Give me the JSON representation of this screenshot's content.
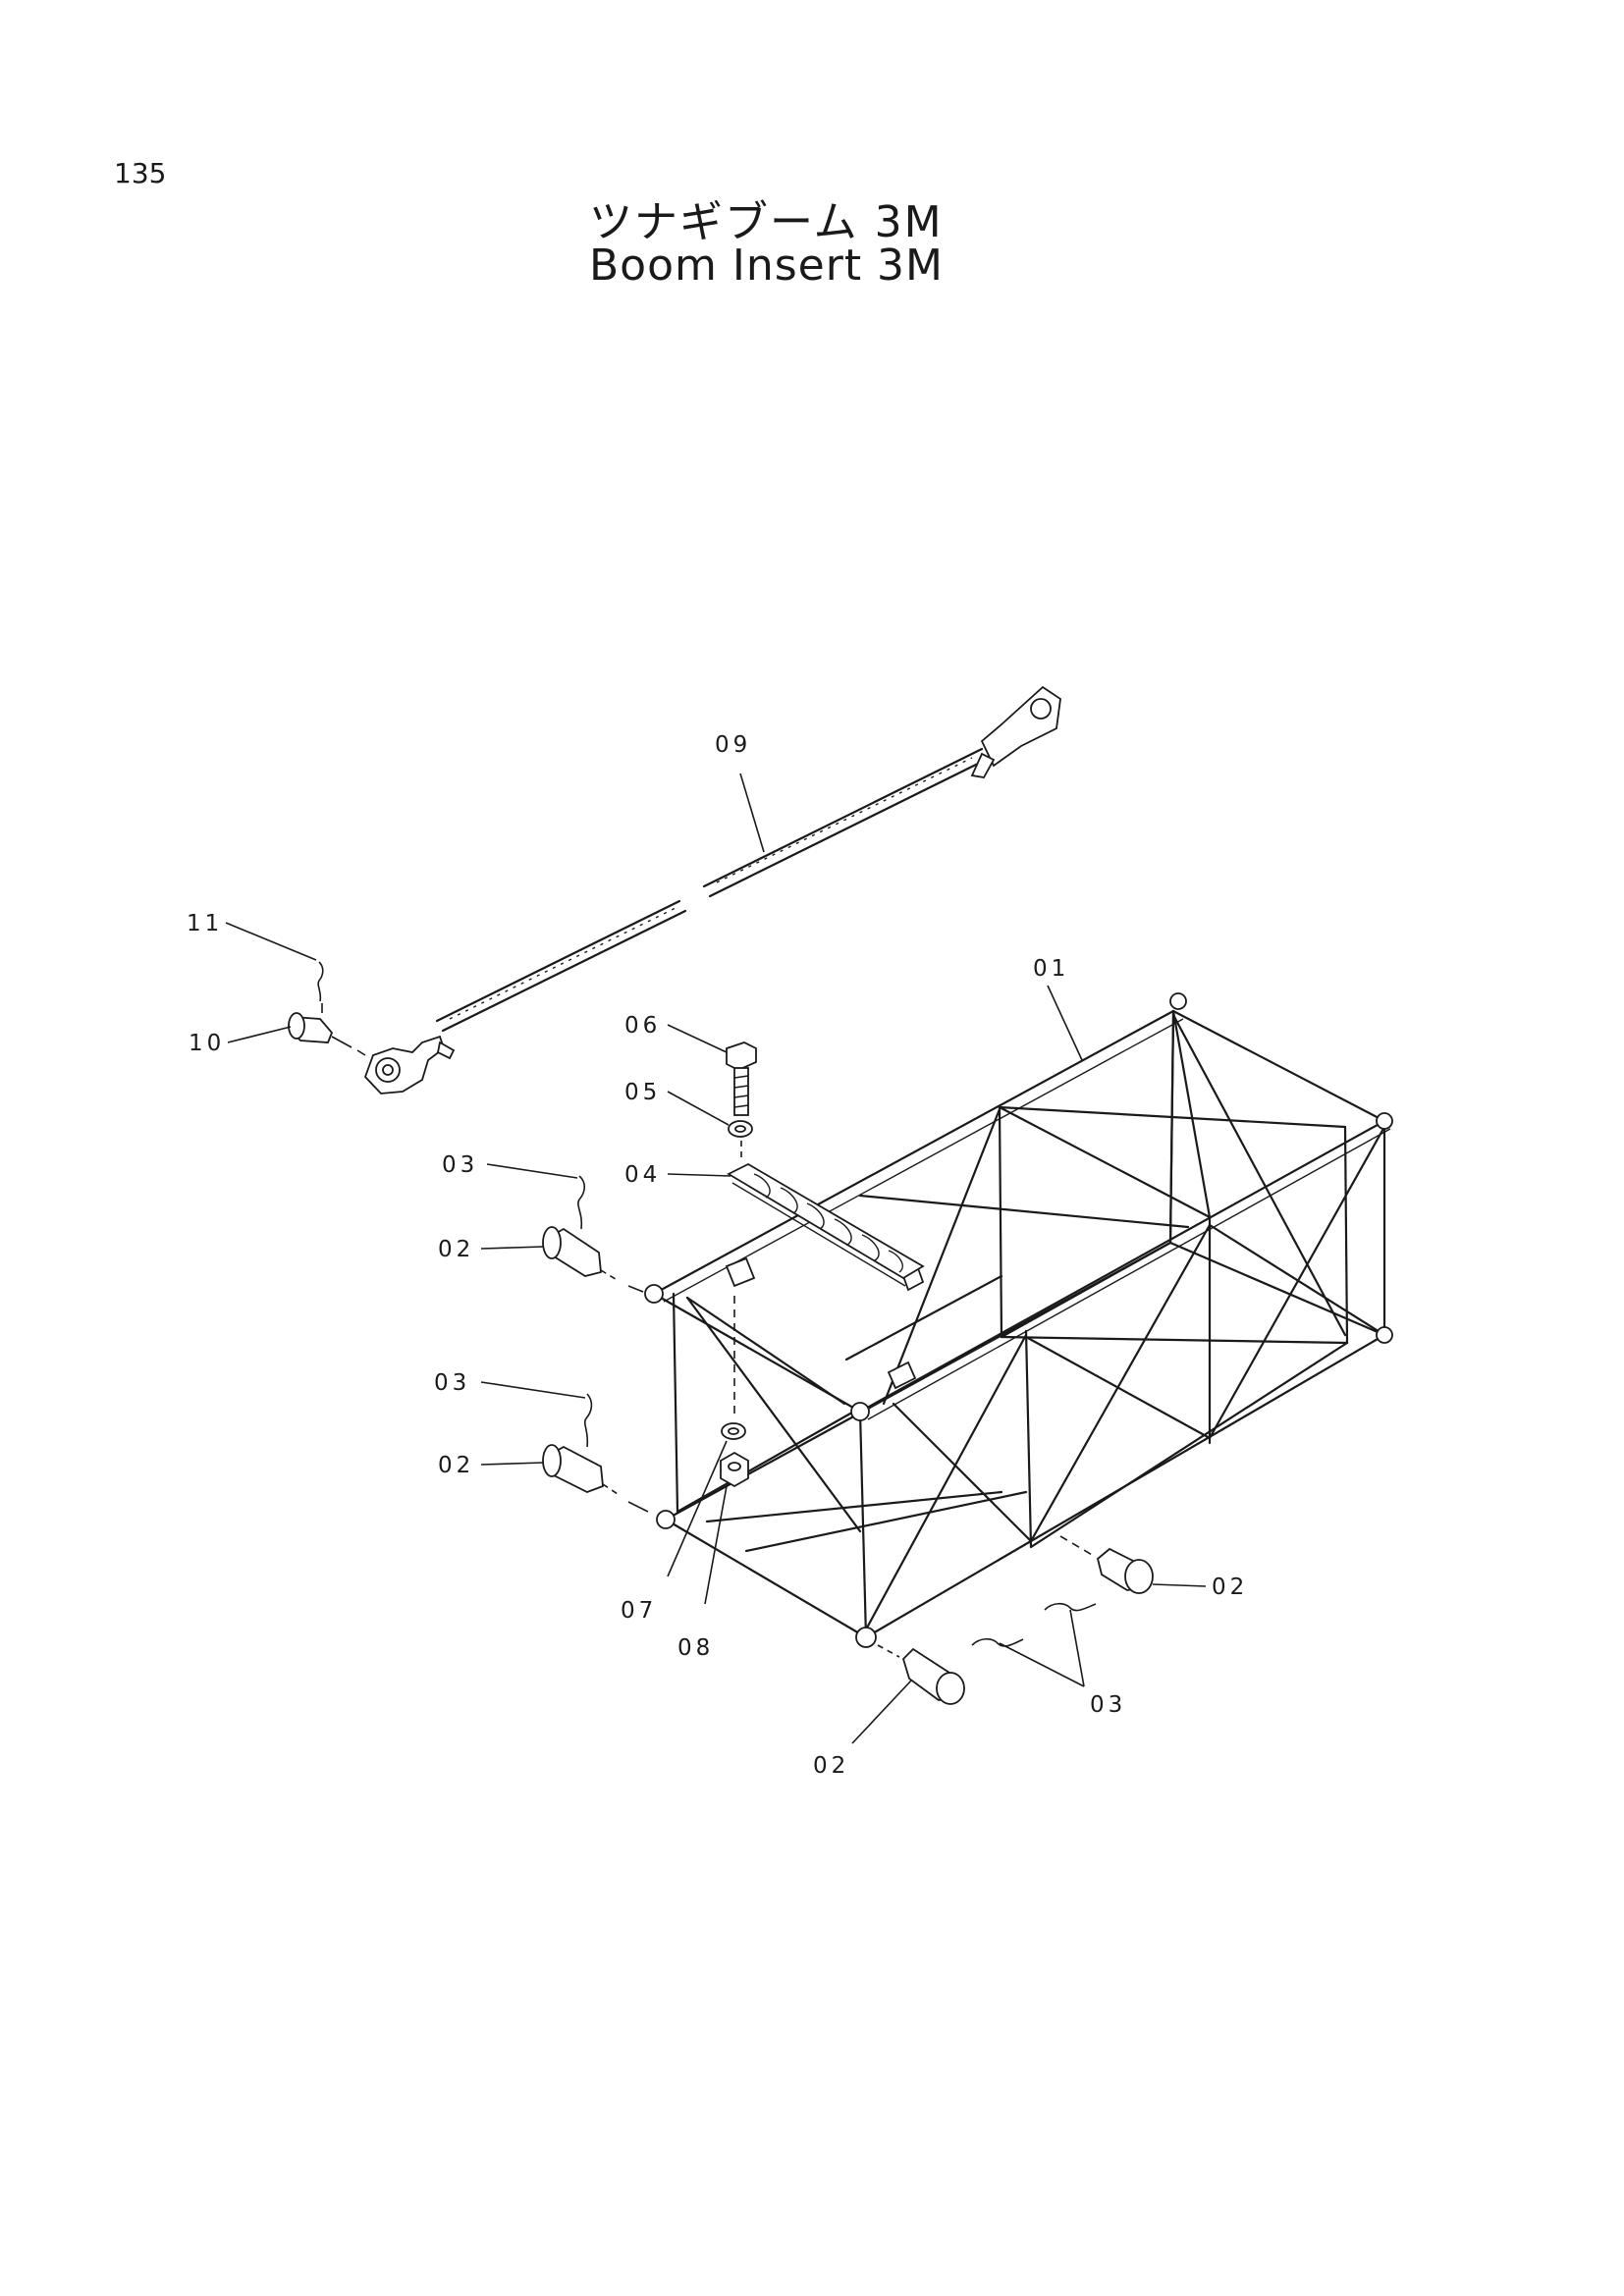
{
  "page": {
    "number": "135",
    "title_jp": "ツナギブーム 3M",
    "title_en": "Boom Insert 3M"
  },
  "callouts": {
    "c01": "01",
    "c02a": "02",
    "c02b": "02",
    "c02c": "02",
    "c02d": "02",
    "c03a": "03",
    "c03b": "03",
    "c03c": "03",
    "c04": "04",
    "c05": "05",
    "c06": "06",
    "c07": "07",
    "c08": "08",
    "c09": "09",
    "c10": "10",
    "c11": "11"
  }
}
